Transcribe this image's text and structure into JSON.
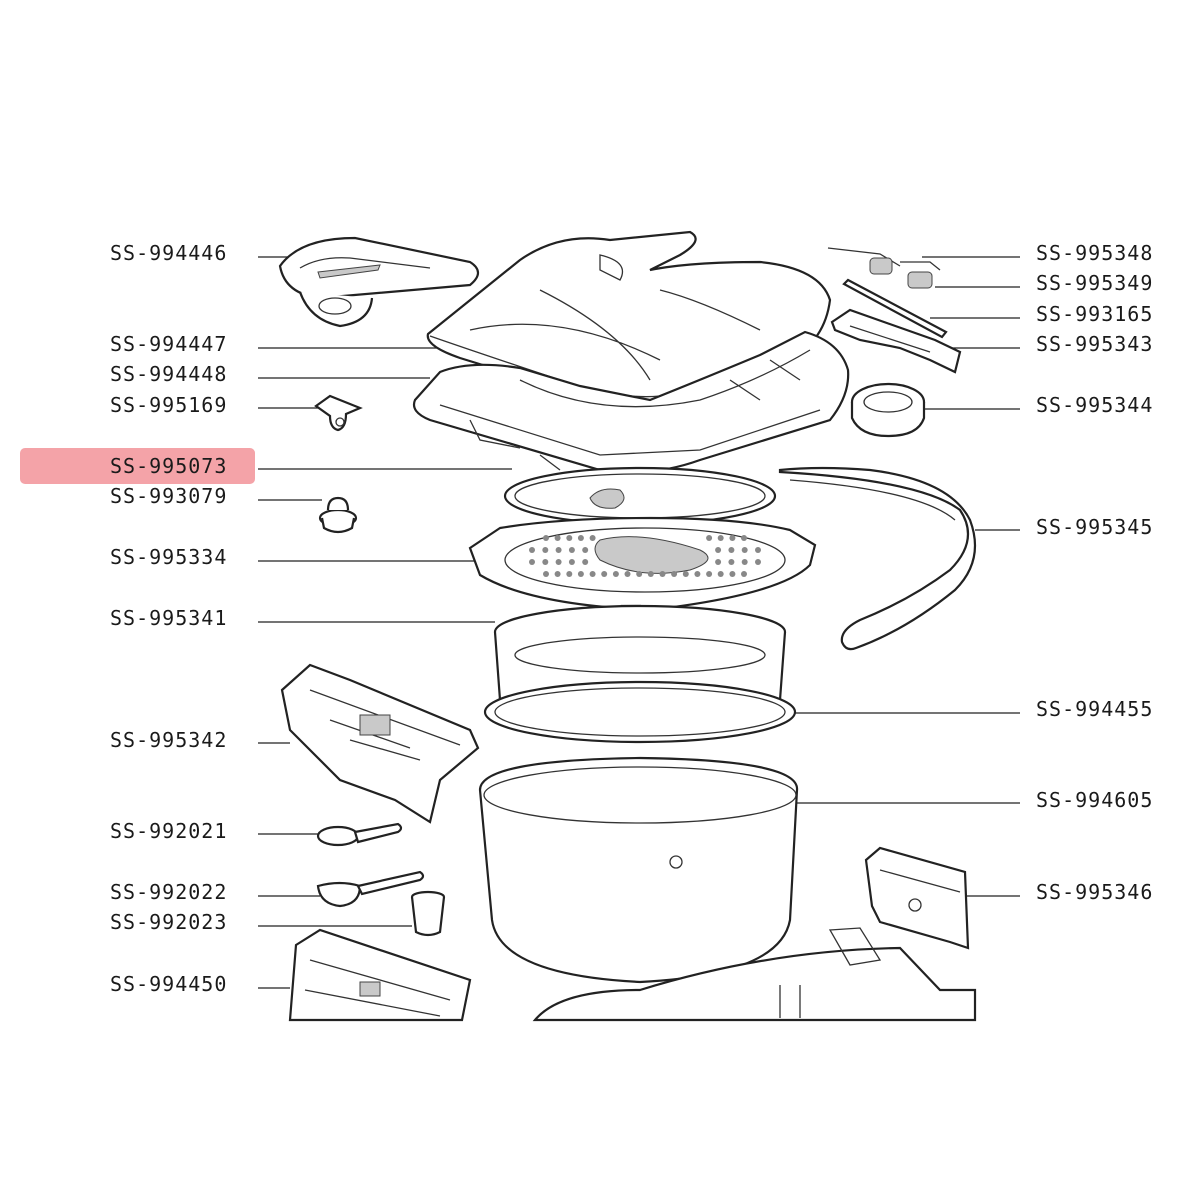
{
  "highlight_color": "#f4a3a8",
  "selected_part": "SS-995073",
  "labels_left": [
    {
      "id": "SS-994446"
    },
    {
      "id": "SS-994447"
    },
    {
      "id": "SS-994448"
    },
    {
      "id": "SS-995169"
    },
    {
      "id": "SS-995073"
    },
    {
      "id": "SS-993079"
    },
    {
      "id": "SS-995334"
    },
    {
      "id": "SS-995341"
    },
    {
      "id": "SS-995342"
    },
    {
      "id": "SS-992021"
    },
    {
      "id": "SS-992022"
    },
    {
      "id": "SS-992023"
    },
    {
      "id": "SS-994450"
    }
  ],
  "labels_right": [
    {
      "id": "SS-995348"
    },
    {
      "id": "SS-995349"
    },
    {
      "id": "SS-993165"
    },
    {
      "id": "SS-995343"
    },
    {
      "id": "SS-995344"
    },
    {
      "id": "SS-995345"
    },
    {
      "id": "SS-994455"
    },
    {
      "id": "SS-994605"
    },
    {
      "id": "SS-995346"
    }
  ]
}
